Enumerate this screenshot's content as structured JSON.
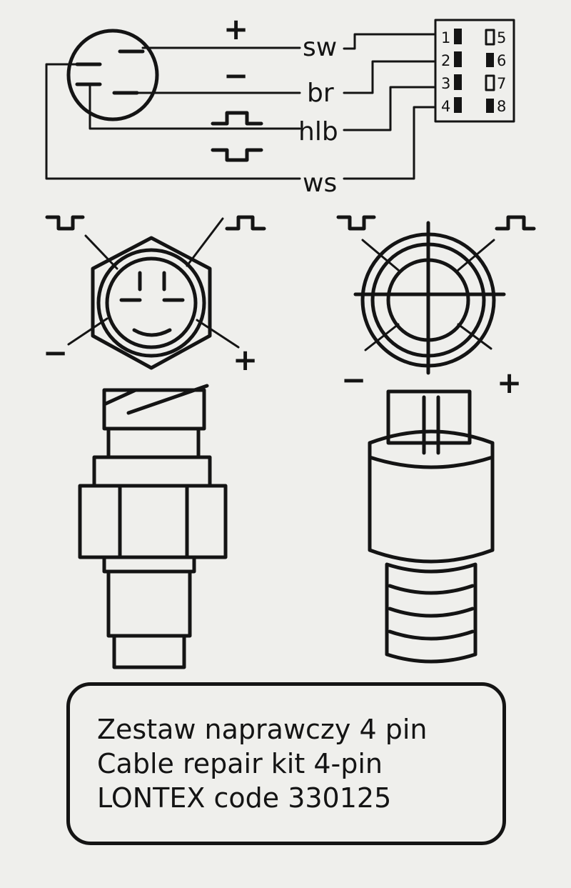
{
  "wiring": {
    "wires": [
      {
        "label": "sw",
        "polarity": "+"
      },
      {
        "label": "br",
        "polarity": "−"
      },
      {
        "label": "hlb",
        "polarity": ""
      },
      {
        "label": "ws",
        "polarity": ""
      }
    ],
    "connector_pins_left": [
      "1",
      "2",
      "3",
      "4"
    ],
    "connector_pins_right": [
      "5",
      "6",
      "7",
      "8"
    ]
  },
  "sensors": {
    "left": {
      "plus": "+",
      "minus": "−"
    },
    "right": {
      "plus": "+",
      "minus": "−"
    }
  },
  "caption": {
    "line1": "Zestaw naprawczy 4 pin",
    "line2": "Cable repair kit 4-pin",
    "line3": "LONTEX code 330125"
  },
  "colors": {
    "ink": "#141414",
    "paper": "#efefec"
  }
}
